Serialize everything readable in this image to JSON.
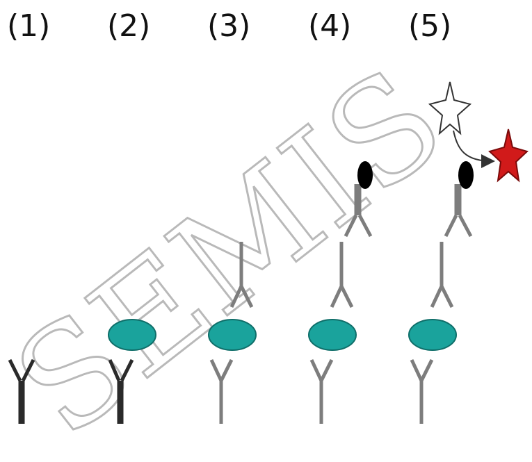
{
  "diagram": {
    "steps": [
      {
        "label": "(1)"
      },
      {
        "label": "(2)"
      },
      {
        "label": "(3)"
      },
      {
        "label": "(4)"
      },
      {
        "label": "(5)"
      }
    ],
    "watermark": "SEMIS",
    "colors": {
      "antigen": "#1aa39c",
      "antibody_dark": "#2a2a2a",
      "antibody_gray": "#7d7d7d",
      "enzyme": "#000000",
      "product_star": "#d11a1a",
      "watermark": "#b9b9b9"
    },
    "icons": [
      "capture-antibody",
      "antigen",
      "detection-antibody",
      "secondary-antibody",
      "enzyme-label",
      "substrate-star",
      "product-star",
      "reaction-arrow"
    ]
  }
}
